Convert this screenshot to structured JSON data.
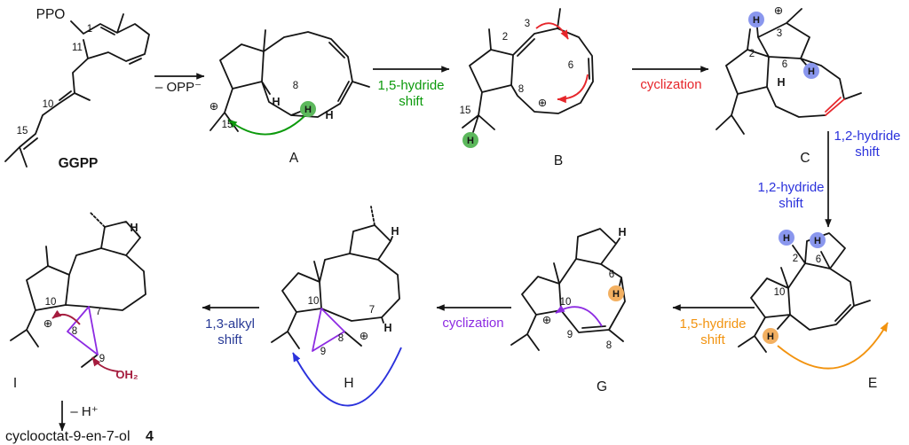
{
  "colors": {
    "green": "#0c9a0c",
    "green_disc": "#5cb85c",
    "red": "#e6262b",
    "blue": "#2b32dc",
    "blue_disc": "#8a97ee",
    "orange": "#f2930f",
    "orange_disc": "#f3b061",
    "purple": "#8d2be2",
    "navy": "#283a96",
    "darkred": "#a51c3e"
  },
  "symbols": {
    "h": "H",
    "charge": "⊕"
  },
  "ggpp": {
    "label": "GGPP",
    "ppo": "PPO",
    "c1": "1",
    "c11": "11",
    "c10": "10",
    "c15": "15"
  },
  "a": {
    "label": "A",
    "c8": "8",
    "c15": "15"
  },
  "b": {
    "label": "B",
    "c2": "2",
    "c3": "3",
    "c6": "6",
    "c8": "8",
    "c15": "15"
  },
  "c": {
    "label": "C",
    "c2": "2",
    "c3": "3",
    "c6": "6"
  },
  "e": {
    "label": "E",
    "c2": "2",
    "c6": "6",
    "c10": "10"
  },
  "g": {
    "label": "G",
    "c6": "6",
    "c8": "8",
    "c9": "9",
    "c10": "10"
  },
  "h": {
    "label": "H",
    "c7": "7",
    "c8": "8",
    "c9": "9",
    "c10": "10"
  },
  "i": {
    "label": "I",
    "c7": "7",
    "c8": "8",
    "c9": "9",
    "c10": "10",
    "water": "OH₂"
  },
  "steps": {
    "opp": "– OPP⁻",
    "hydride15_a": [
      "1,5-hydride",
      "shift"
    ],
    "cyclization1": "cyclization",
    "hydride12_right": [
      "1,2-hydride",
      "shift"
    ],
    "hydride12_left": [
      "1,2-hydride",
      "shift"
    ],
    "hydride15_b": [
      "1,5-hydride",
      "shift"
    ],
    "cyclization2": "cyclization",
    "alkyl13": [
      "1,3-alkyl",
      "shift"
    ],
    "deprotonation": "– H⁺"
  },
  "product": {
    "name": "cyclooctat-9-en-7-ol",
    "number": "4"
  }
}
